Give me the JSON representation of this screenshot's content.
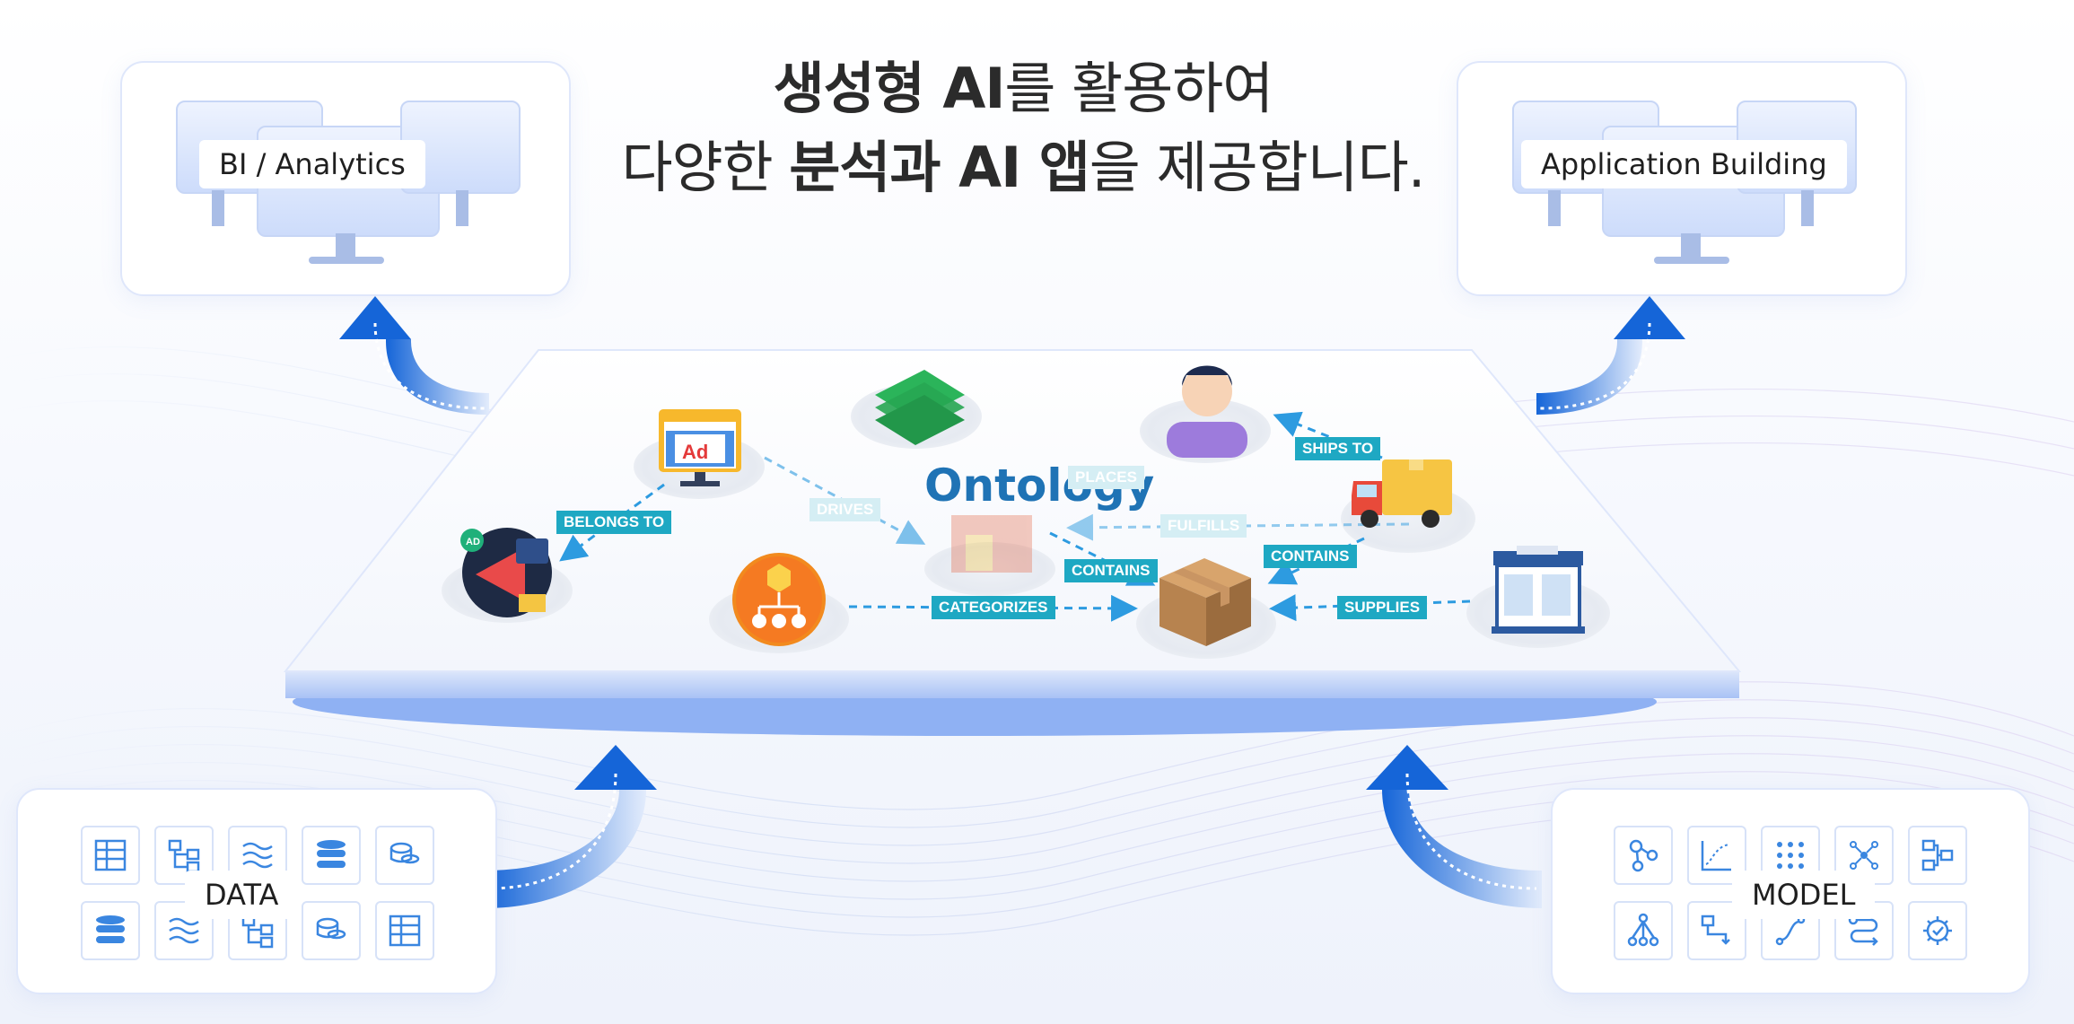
{
  "headline": {
    "line1_bold": "생성형 AI",
    "line1_rest": "를 활용하여",
    "line2_pre": "다양한 ",
    "line2_bold": "분석과 AI 앱",
    "line2_rest": "을 제공합니다."
  },
  "cards": {
    "bi": "BI / Analytics",
    "app": "Application Building",
    "data": "DATA",
    "model": "MODEL"
  },
  "ontology": {
    "title": "Ontology",
    "relations": {
      "belongs_to": "BELONGS TO",
      "drives": "DRIVES",
      "places": "PLACES",
      "ships_to": "SHIPS TO",
      "fulfills": "FULFILLS",
      "contains_center": "CONTAINS",
      "contains_right": "CONTAINS",
      "categorizes": "CATEGORIZES",
      "supplies": "SUPPLIES"
    },
    "ad_icon_text": "Ad",
    "ad_badge_text": "AD"
  },
  "colors": {
    "arrow": "#1565d8",
    "relation_tag": "#1ea8c3",
    "ontology_title": "#1f73b5",
    "dashed_line": "#2d9be0"
  },
  "icons": {
    "data": [
      "table-icon",
      "hierarchy-icon",
      "waves-icon",
      "database-icon",
      "cylinders-icon",
      "database-icon",
      "waves-icon",
      "hierarchy-icon",
      "cylinders-icon",
      "table-icon"
    ],
    "model": [
      "graph-node-icon",
      "scatter-curve-icon",
      "dot-grid-icon",
      "network-icon",
      "flow-icon",
      "tree-icon",
      "step-flow-icon",
      "curve-path-icon",
      "route-icon",
      "gear-check-icon"
    ]
  }
}
